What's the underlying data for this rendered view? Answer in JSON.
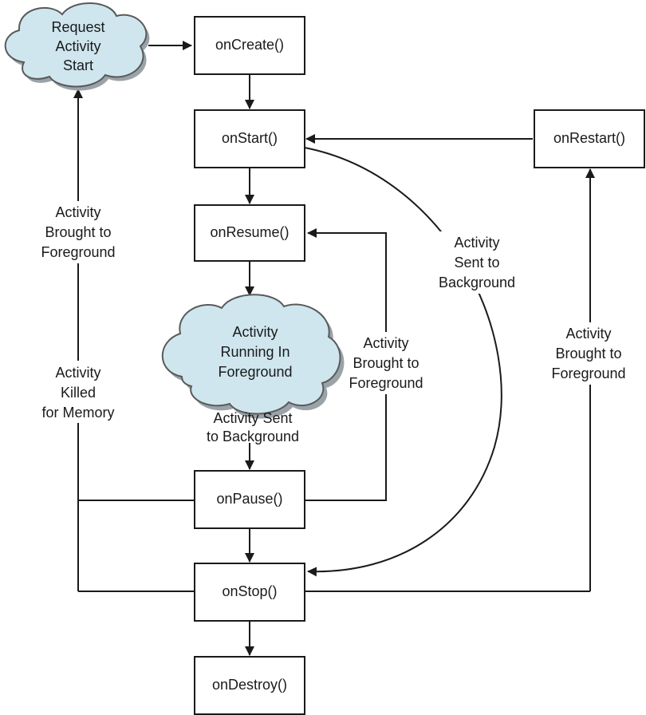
{
  "nodes": {
    "request_start": [
      "Request",
      "Activity",
      "Start"
    ],
    "on_create": "onCreate()",
    "on_start": "onStart()",
    "on_resume": "onResume()",
    "running": [
      "Activity",
      "Running In",
      "Foreground"
    ],
    "on_pause": "onPause()",
    "on_stop": "onStop()",
    "on_destroy": "onDestroy()",
    "on_restart": "onRestart()"
  },
  "labels": {
    "left_foreground": [
      "Activity",
      "Brought to",
      "Foreground"
    ],
    "left_killed": [
      "Activity",
      "Killed",
      "for Memory"
    ],
    "sent_bg_center": [
      "Activity Sent",
      "to Background"
    ],
    "pause_foreground": [
      "Activity",
      "Brought to",
      "Foreground"
    ],
    "start_background": [
      "Activity",
      "Sent to",
      "Background"
    ],
    "right_foreground": [
      "Activity",
      "Brought to",
      "Foreground"
    ]
  },
  "colors": {
    "cloud_fill": "#cfe6ef",
    "stroke": "#1a1a1a"
  }
}
